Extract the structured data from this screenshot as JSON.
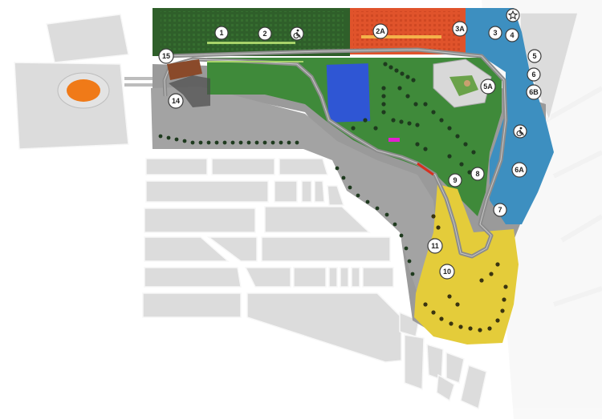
{
  "map": {
    "colors": {
      "green_zone": "#3f8a3a",
      "dark_green_zone": "#2f5f2a",
      "red_zone": "#e0532b",
      "blue_zone": "#3d8fc0",
      "yellow_zone": "#e4cc3a",
      "grey_paddock": "#9a9a9a",
      "track": "#8c8c8c",
      "stadium_orange": "#f07a18",
      "blue_stand": "#2f56d4",
      "magenta_marker": "#e21fd0",
      "city_block": "#dcdcdc"
    },
    "zones": [
      {
        "id": "1",
        "label": "1",
        "icon": "number-badge"
      },
      {
        "id": "2",
        "label": "2",
        "icon": "number-badge"
      },
      {
        "id": "2A",
        "label": "2A",
        "icon": "number-badge"
      },
      {
        "id": "3A",
        "label": "3A",
        "icon": "number-badge"
      },
      {
        "id": "3",
        "label": "3",
        "icon": "number-badge"
      },
      {
        "id": "4",
        "label": "4",
        "icon": "number-badge"
      },
      {
        "id": "5",
        "label": "5",
        "icon": "number-badge"
      },
      {
        "id": "6",
        "label": "6",
        "icon": "number-badge"
      },
      {
        "id": "6B",
        "label": "6B",
        "icon": "number-badge"
      },
      {
        "id": "5A",
        "label": "5A",
        "icon": "number-badge"
      },
      {
        "id": "6A",
        "label": "6A",
        "icon": "number-badge"
      },
      {
        "id": "7",
        "label": "7",
        "icon": "number-badge"
      },
      {
        "id": "8",
        "label": "8",
        "icon": "number-badge"
      },
      {
        "id": "9",
        "label": "9",
        "icon": "number-badge"
      },
      {
        "id": "10",
        "label": "10",
        "icon": "number-badge"
      },
      {
        "id": "11",
        "label": "11",
        "icon": "number-badge"
      },
      {
        "id": "14",
        "label": "14",
        "icon": "number-badge"
      },
      {
        "id": "15",
        "label": "15",
        "icon": "number-badge"
      }
    ],
    "icons": {
      "accessible_1": "wheelchair-icon",
      "accessible_2": "wheelchair-icon",
      "star": "star-icon"
    }
  }
}
